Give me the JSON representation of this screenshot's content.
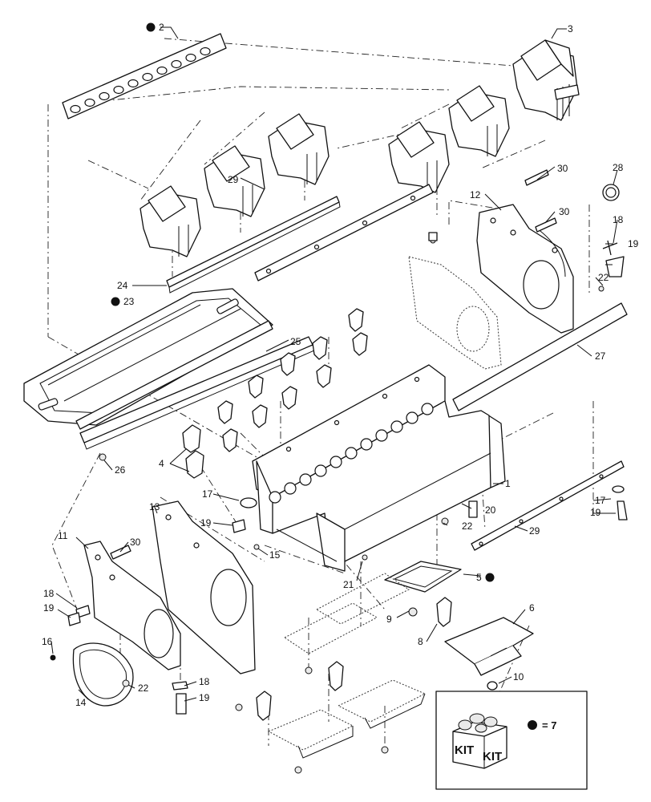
{
  "callouts": {
    "c1": "1",
    "c2": "2",
    "c3": "3",
    "c4": "4",
    "c5": "5",
    "c6": "6",
    "c8": "8",
    "c9": "9",
    "c10": "10",
    "c11": "11",
    "c12": "12",
    "c13": "13",
    "c14": "14",
    "c15": "15",
    "c16": "16",
    "c17a": "17",
    "c17b": "17",
    "c18a": "18",
    "c18b": "18",
    "c18c": "18",
    "c19a": "19",
    "c19b": "19",
    "c19c": "19",
    "c19d": "19",
    "c19e": "19",
    "c20": "20",
    "c21": "21",
    "c22a": "22",
    "c22b": "22",
    "c22c": "22",
    "c23": "23",
    "c24": "24",
    "c25": "25",
    "c26": "26",
    "c27": "27",
    "c28": "28",
    "c29a": "29",
    "c29b": "29",
    "c30a": "30",
    "c30b": "30",
    "c30c": "30"
  },
  "kit": {
    "label_left": "KIT",
    "label_right": "KIT",
    "legend": "= 7"
  }
}
